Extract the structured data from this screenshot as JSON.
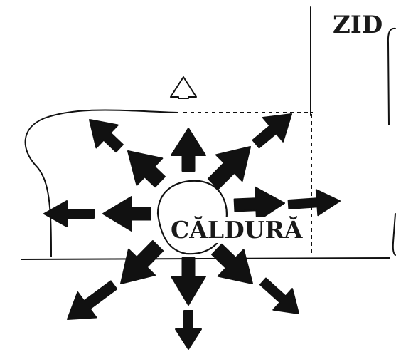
{
  "labels": {
    "wall": "ZID",
    "heat": "CĂLDURĂ"
  },
  "colors": {
    "ink": "#111111",
    "paper": "#ffffff"
  },
  "arrows": [
    {
      "name": "arrow-up-outline",
      "style": "outline"
    },
    {
      "name": "arrow-up",
      "style": "solid"
    },
    {
      "name": "arrow-up-left-inner",
      "style": "solid"
    },
    {
      "name": "arrow-up-left-outer",
      "style": "solid"
    },
    {
      "name": "arrow-up-right-inner",
      "style": "solid"
    },
    {
      "name": "arrow-up-right-outer",
      "style": "solid"
    },
    {
      "name": "arrow-left-inner",
      "style": "solid"
    },
    {
      "name": "arrow-left-outer",
      "style": "solid"
    },
    {
      "name": "arrow-right-inner",
      "style": "solid"
    },
    {
      "name": "arrow-right-outer",
      "style": "solid"
    },
    {
      "name": "arrow-down-left-inner",
      "style": "solid"
    },
    {
      "name": "arrow-down-left-outer",
      "style": "solid"
    },
    {
      "name": "arrow-down-inner",
      "style": "solid"
    },
    {
      "name": "arrow-down-outer",
      "style": "solid"
    },
    {
      "name": "arrow-down-right-inner",
      "style": "solid"
    },
    {
      "name": "arrow-down-right-outer",
      "style": "solid"
    }
  ]
}
